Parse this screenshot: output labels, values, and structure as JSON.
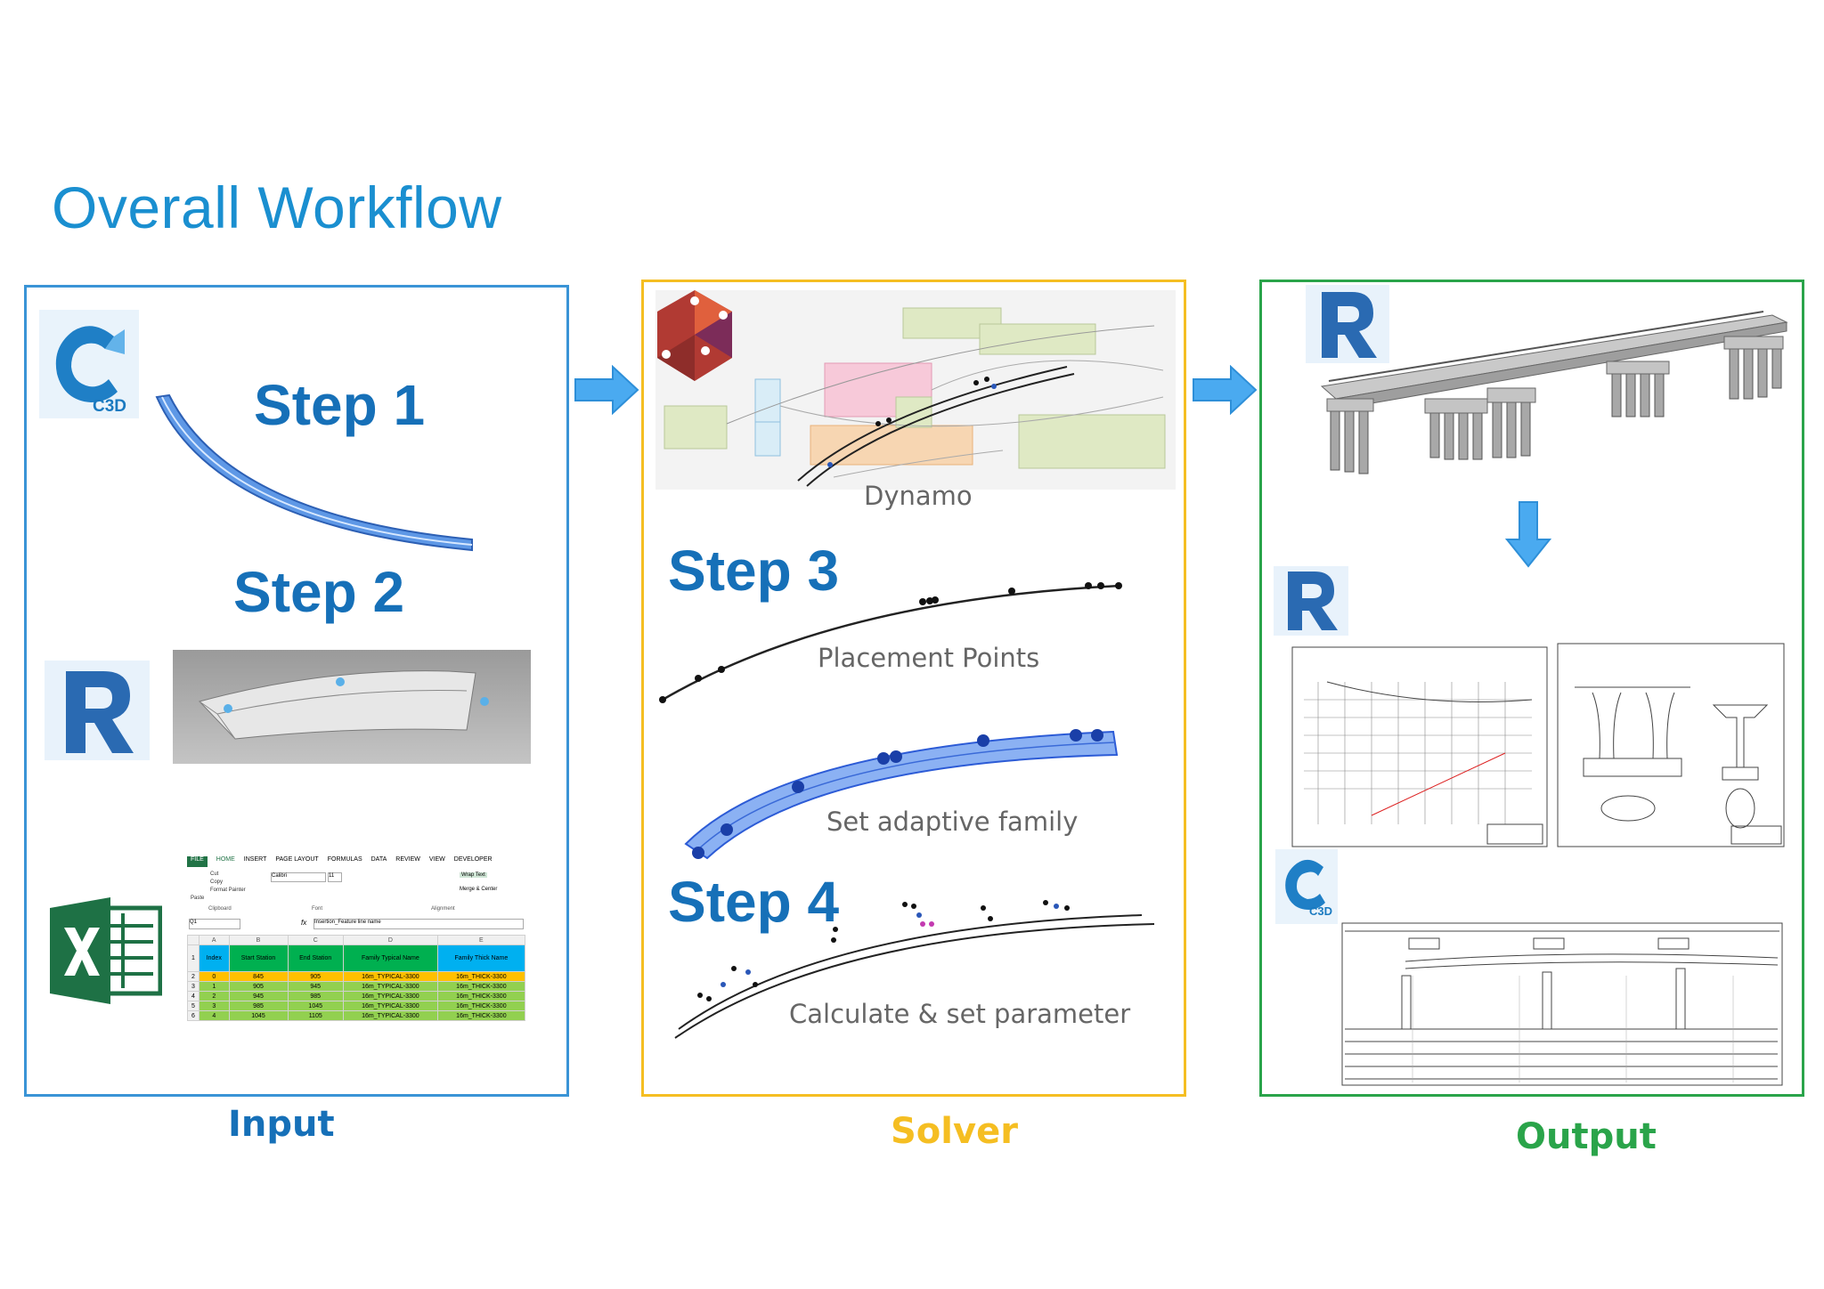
{
  "title": "Overall Workflow",
  "colors": {
    "title": "#1a8fd0",
    "input": "#1670b8",
    "solver": "#f5be22",
    "output": "#2aa44a",
    "arrow": "#3aa0e8"
  },
  "input_panel": {
    "step1": "Step 1",
    "step2": "Step 2",
    "c3d_logo_text": "C3D",
    "footer": "Input",
    "excel": {
      "ribbon_tabs": [
        "FILE",
        "HOME",
        "INSERT",
        "PAGE LAYOUT",
        "FORMULAS",
        "DATA",
        "REVIEW",
        "VIEW",
        "DEVELOPER"
      ],
      "ribbon_items": {
        "cut": "Cut",
        "copy": "Copy",
        "format_painter": "Format Painter",
        "paste": "Paste",
        "font": "Calibri",
        "font_size": "11",
        "wrap_text": "Wrap Text",
        "merge": "Merge & Center",
        "clipboard": "Clipboard",
        "font_group": "Font",
        "alignment": "Alignment"
      },
      "name_box": "Q1",
      "fx": "fx",
      "formula": "Insertion_Feature line name",
      "col_letters": [
        "A",
        "B",
        "C",
        "D",
        "E"
      ],
      "headers": [
        "Index",
        "Start Station",
        "End Station",
        "Family Typical Name",
        "Family Thick Name"
      ],
      "rows": [
        [
          "0",
          "845",
          "905",
          "16m_TYPICAL-3300",
          "16m_THICK-3300"
        ],
        [
          "1",
          "905",
          "945",
          "16m_TYPICAL-3300",
          "16m_THICK-3300"
        ],
        [
          "2",
          "945",
          "985",
          "16m_TYPICAL-3300",
          "16m_THICK-3300"
        ],
        [
          "3",
          "985",
          "1045",
          "16m_TYPICAL-3300",
          "16m_THICK-3300"
        ],
        [
          "4",
          "1045",
          "1105",
          "16m_TYPICAL-3300",
          "16m_THICK-3300"
        ]
      ],
      "row_numbers": [
        "1",
        "2",
        "3",
        "4",
        "5",
        "6"
      ]
    }
  },
  "solver_panel": {
    "dynamo_caption": "Dynamo",
    "step3": "Step 3",
    "placement_caption": "Placement Points",
    "adaptive_caption": "Set adaptive family",
    "step4": "Step 4",
    "parameter_caption": "Calculate & set parameter",
    "footer": "Solver"
  },
  "output_panel": {
    "c3d_logo_text": "C3D",
    "footer": "Output"
  }
}
